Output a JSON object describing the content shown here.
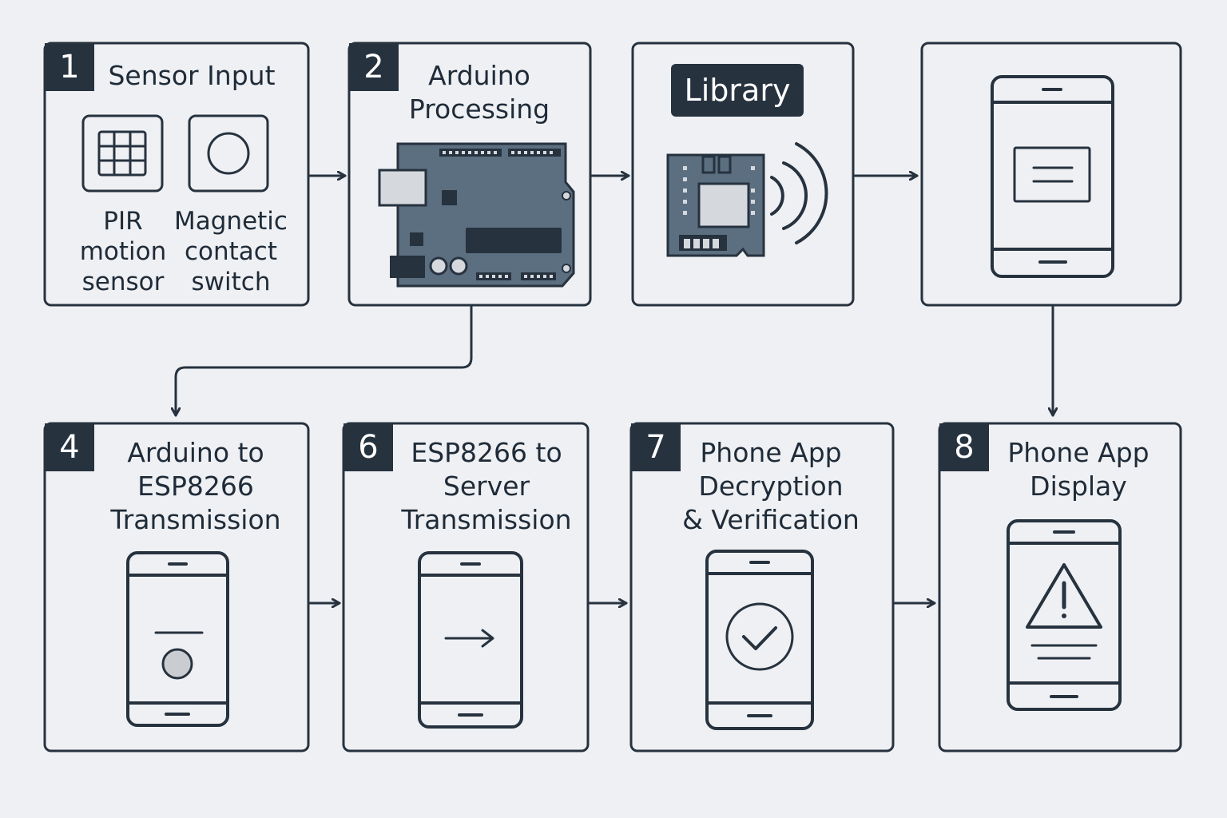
{
  "steps": [
    {
      "number": "1",
      "title": "Sensor Input"
    },
    {
      "number": "2",
      "title": "Arduino\nProcessing"
    },
    {
      "number": "",
      "title": "",
      "tag": "Library"
    },
    {
      "number": "",
      "title": ""
    },
    {
      "number": "4",
      "title": "Arduino to\nESP8266\nTransmission"
    },
    {
      "number": "6",
      "title": "ESP8266 to\nServer\nTransmission"
    },
    {
      "number": "7",
      "title": "Phone App\nDecryption\n& Verification"
    },
    {
      "number": "8",
      "title": "Phone App\nDisplay"
    }
  ],
  "sensors": [
    {
      "label": "PIR\nmotion\nsensor",
      "icon": "grid-sensor-icon"
    },
    {
      "label": "Magnetic\ncontact\nswitch",
      "icon": "circle-sensor-icon"
    }
  ],
  "colors": {
    "background": "#eef0f3",
    "stroke": "#27323f",
    "board": "#5b6f80",
    "chip": "#d5d9de"
  }
}
